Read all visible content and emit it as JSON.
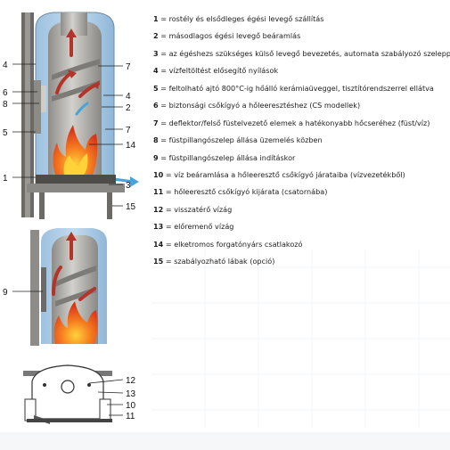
{
  "legend": [
    {
      "num": "1",
      "sep": " = ",
      "text": "rostély és elsődleges égési levegő szállítás"
    },
    {
      "num": "2",
      "sep": " = ",
      "text": "másodlagos égési levegő beáramlás"
    },
    {
      "num": "3",
      "sep": " = ",
      "text": "az égéshezs szükséges külső levegő bevezetés, automata szabályozó szeleppel"
    },
    {
      "num": "4",
      "sep": " = ",
      "text": "vízfeltöltést elősegítő nyílások"
    },
    {
      "num": "5",
      "sep": " = ",
      "text": "feltolható ajtó 800°C-ig hőálló kerámiaüveggel, tisztítórendszerrel ellátva"
    },
    {
      "num": "6",
      "sep": " = ",
      "text": "biztonsági csőkígyó a hőleeresztéshez (CS modellek)"
    },
    {
      "num": "7",
      "sep": " = ",
      "text": "deflektor/felső füstelvezető elemek a hatékonyabb hőcseréhez (füst/víz)"
    },
    {
      "num": "8",
      "sep": " = ",
      "text": "füstpillangószelep állása üzemelés közben"
    },
    {
      "num": "9",
      "sep": " = ",
      "text": "füstpillangószelep állása indításkor"
    },
    {
      "num": "10",
      "sep": " = ",
      "text": "víz beáramlása a hőleeresztő csőkígyó járataiba (vízvezetékből)"
    },
    {
      "num": "11",
      "sep": " = ",
      "text": "hőleeresztő csőkígyó kijárata (csatornába)"
    },
    {
      "num": "12",
      "sep": " = ",
      "text": "visszatérő vízág"
    },
    {
      "num": "13",
      "sep": " = ",
      "text": "előremenő vízág"
    },
    {
      "num": "14",
      "sep": " = ",
      "text": "elketromos forgatónyárs csatlakozó"
    },
    {
      "num": "15",
      "sep": " = ",
      "text": "szabályozható lábak (opció)"
    }
  ],
  "callouts": {
    "fig1": {
      "c4a": "4",
      "c7a": "7",
      "c6": "6",
      "c8": "8",
      "c5": "5",
      "c7b": "7",
      "c4b": "4",
      "c2": "2",
      "c14": "14",
      "c1": "1",
      "c3": "3",
      "c15": "15"
    },
    "fig2": {
      "c9": "9"
    },
    "fig3": {
      "c12": "12",
      "c13": "13",
      "c10": "10",
      "c11": "11"
    }
  },
  "colors": {
    "water": "#a9c9e3",
    "steel": "#b0afaa",
    "flame": "#e8501c",
    "arrow": "#b2342a",
    "air": "#4aa3d8"
  }
}
